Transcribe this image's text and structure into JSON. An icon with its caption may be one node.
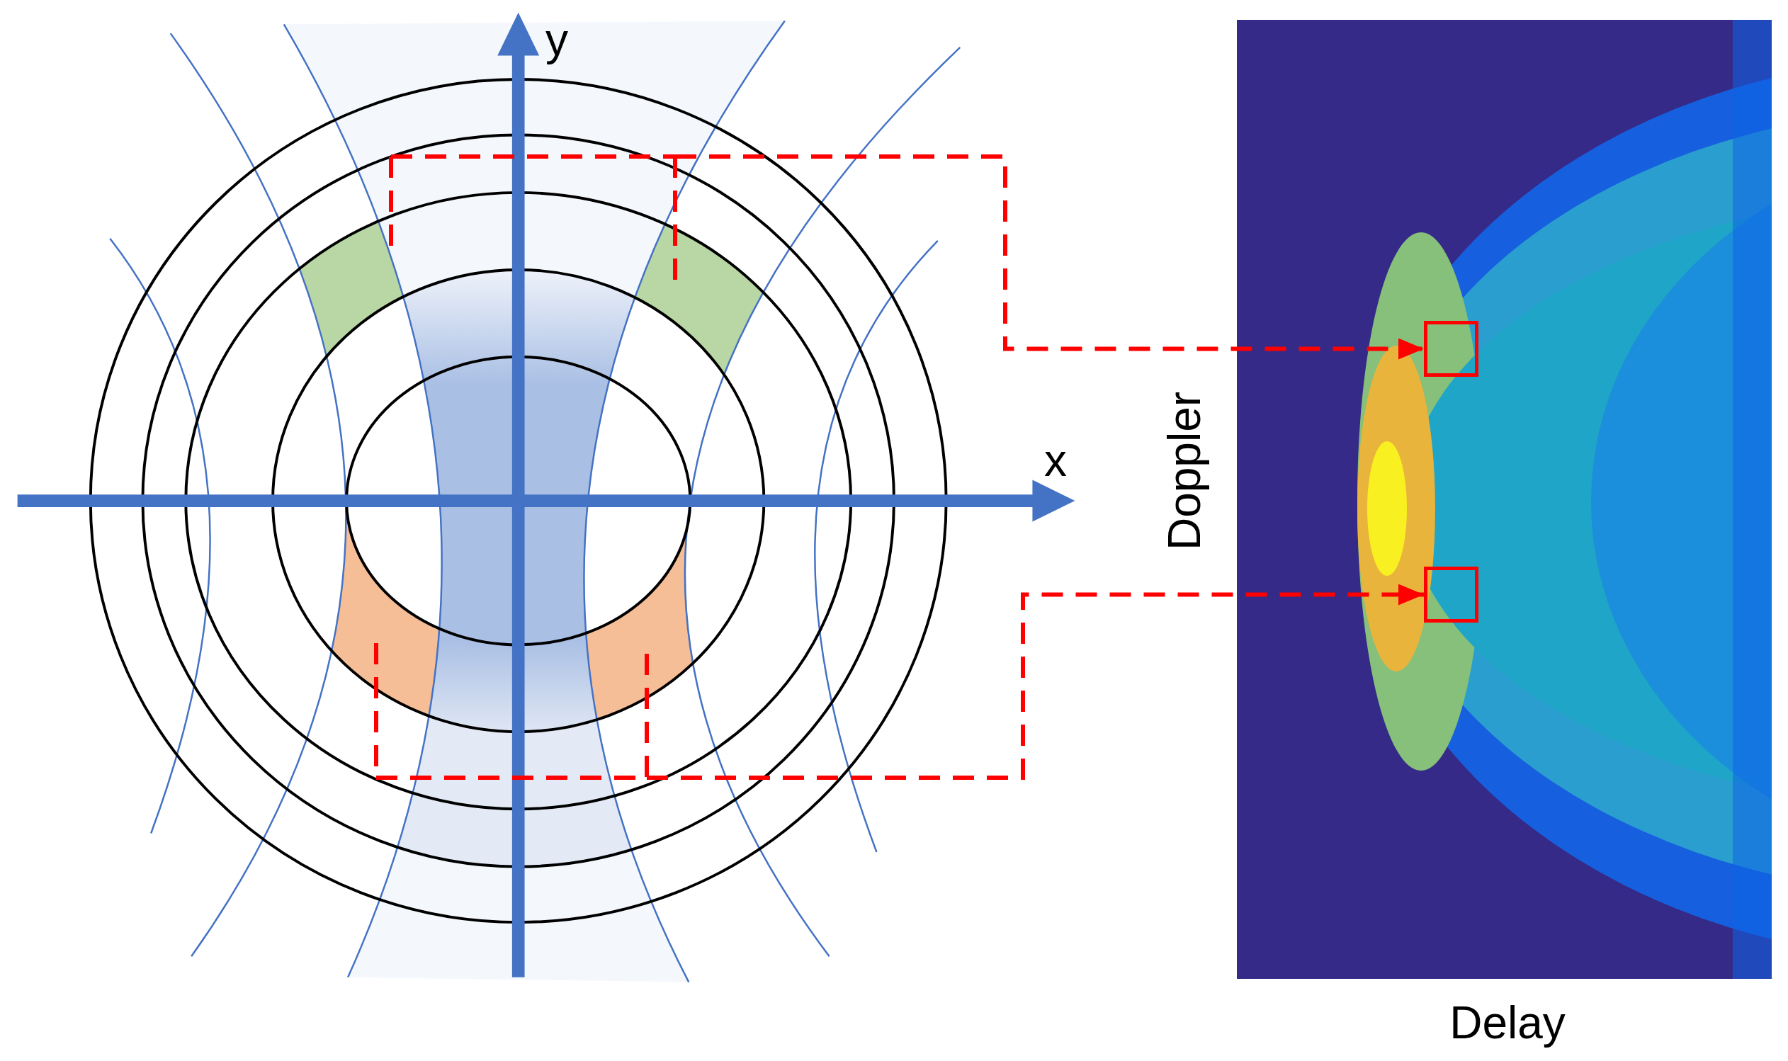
{
  "diagram": {
    "nodes": [
      {
        "text": [],
        "shape": "box"
      },
      {
        "text": [],
        "shape": "box"
      },
      {
        "text": [],
        "shape": "picture"
      },
      {
        "text": [],
        "shape": "box",
        "in": 2
      },
      {
        "text": [],
        "shape": "box",
        "in": 2
      }
    ],
    "edges": [
      {
        "from": 0,
        "to": 3,
        "arrow": "to",
        "style": "dashed",
        "color": "#ff0000"
      },
      {
        "from": 1,
        "to": 4,
        "arrow": "to",
        "style": "dashed",
        "color": "#ff0000"
      }
    ],
    "labels": [
      "y",
      "x",
      "Doppler",
      "Delay"
    ]
  }
}
